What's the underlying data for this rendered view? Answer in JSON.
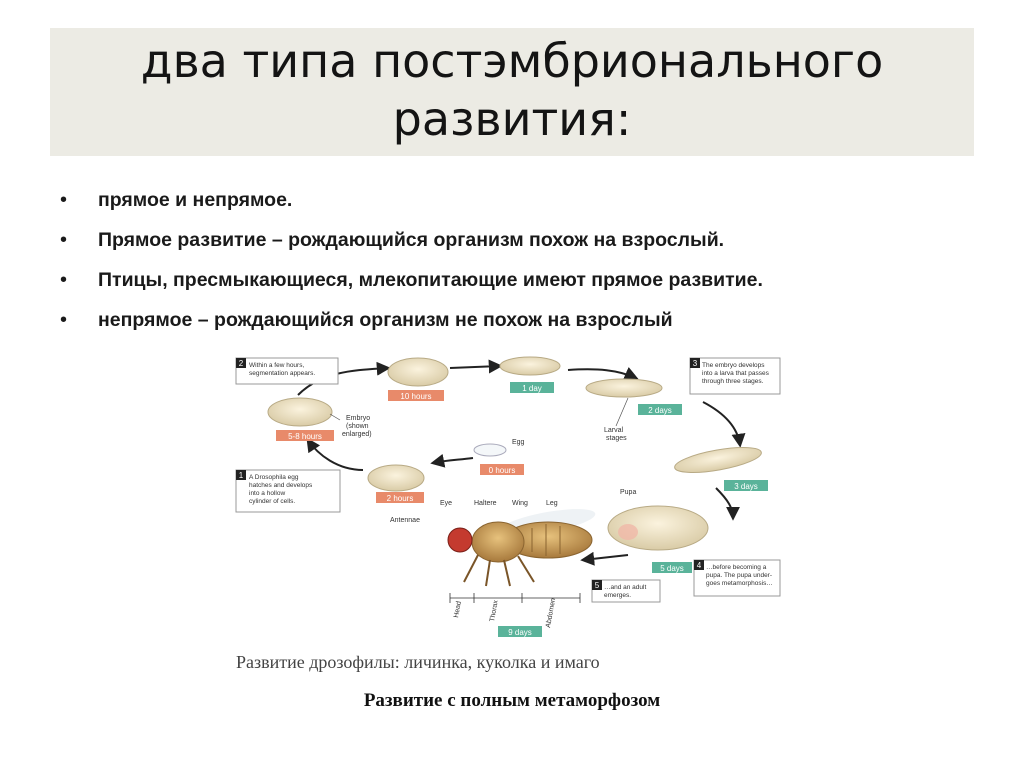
{
  "title": "два типа постэмбрионального\nразвития:",
  "bullets": [
    "прямое и непрямое.",
    "Прямое развитие – рождающийся организм похож на взрослый.",
    "Птицы, пресмыкающиеся, млекопитающие имеют прямое развитие.",
    "непрямое – рождающийся организм не похож на взрослый"
  ],
  "figure": {
    "steps": [
      {
        "num": "1",
        "text": "A Drosophila egg hatches and develops into a hollow cylinder of cells."
      },
      {
        "num": "2",
        "text": "Within a few hours, segmentation appears."
      },
      {
        "num": "3",
        "text": "The embryo develops into a larva that passes through three stages."
      },
      {
        "num": "4",
        "text": "…before becoming a pupa. The pupa undergoes metamorphosis…"
      },
      {
        "num": "5",
        "text": "…and an adult emerges."
      }
    ],
    "times": {
      "h10": "10 hours",
      "h58": "5-8 hours",
      "h2": "2 hours",
      "h0": "0 hours",
      "d1": "1 day",
      "d2": "2 days",
      "d3": "3 days",
      "d5": "5 days",
      "d9": "9 days"
    },
    "labels": {
      "embryo": "Embryo (shown enlarged)",
      "egg": "Egg",
      "larval": "Larval stages",
      "pupa": "Pupa",
      "eye": "Eye",
      "haltere": "Haltere",
      "wing": "Wing",
      "leg": "Leg",
      "antennae": "Antennae",
      "head": "Head",
      "thorax": "Thorax",
      "abdomen": "Abdomen"
    }
  },
  "caption": "Развитие дрозофилы: личинка, куколка и имаго",
  "subtitle": "Развитие с полным метаморфозом",
  "colors": {
    "accent_time": "#e88a6a",
    "accent_day": "#5ab39a",
    "band": "#ecebe4"
  }
}
